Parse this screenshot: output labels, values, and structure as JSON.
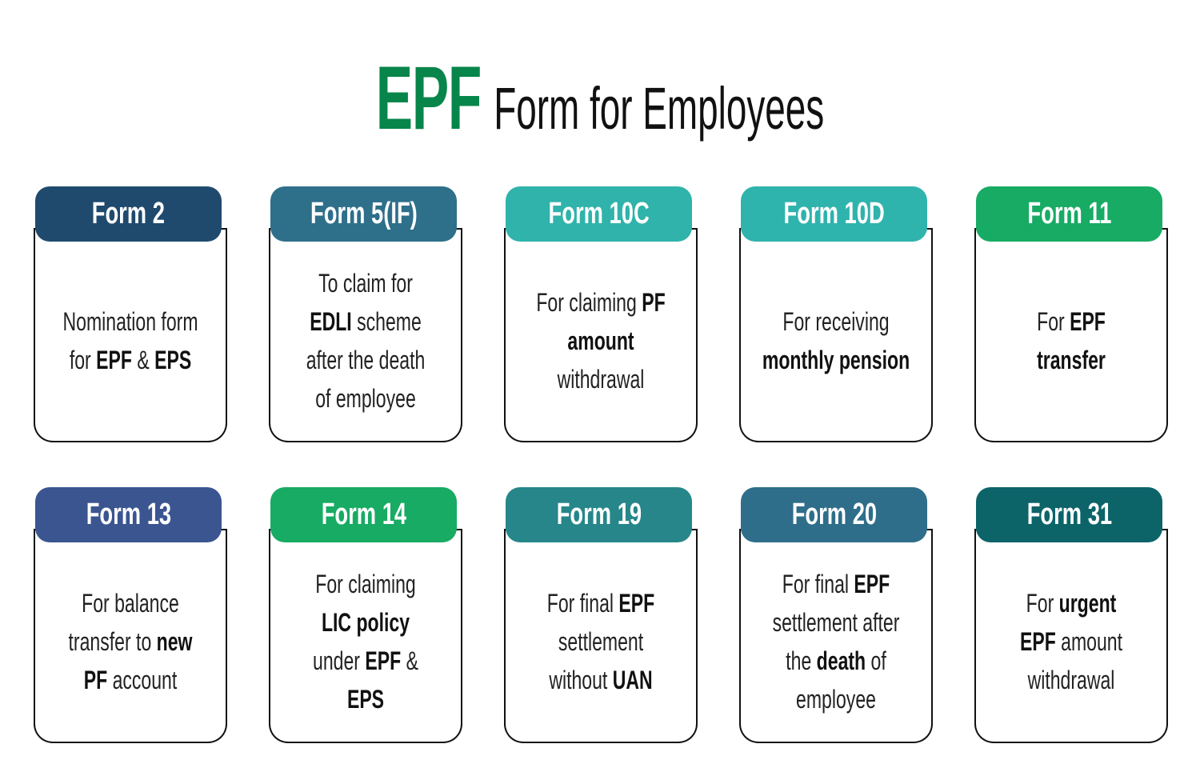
{
  "title": {
    "highlight": "EPF",
    "rest": "Form for Employees",
    "highlight_color": "#07854a"
  },
  "cards": [
    {
      "form": "Form 2",
      "color": "#1f4a6e",
      "lines": [
        [
          [
            "Nomination form",
            false
          ]
        ],
        [
          [
            "for ",
            false
          ],
          [
            "EPF",
            true
          ],
          [
            " & ",
            false
          ],
          [
            "EPS",
            true
          ]
        ]
      ]
    },
    {
      "form": "Form 5(IF)",
      "color": "#2e6f8a",
      "lines": [
        [
          [
            "To claim for",
            false
          ]
        ],
        [
          [
            "EDLI",
            true
          ],
          [
            " scheme",
            false
          ]
        ],
        [
          [
            "after the death",
            false
          ]
        ],
        [
          [
            "of employee",
            false
          ]
        ]
      ]
    },
    {
      "form": "Form 10C",
      "color": "#2fb3aa",
      "lines": [
        [
          [
            "For claiming ",
            false
          ],
          [
            "PF",
            true
          ]
        ],
        [
          [
            "amount",
            true
          ]
        ],
        [
          [
            "withdrawal",
            false
          ]
        ]
      ]
    },
    {
      "form": "Form 10D",
      "color": "#2fb3ad",
      "lines": [
        [
          [
            "For receiving",
            false
          ]
        ],
        [
          [
            "monthly pension",
            true
          ]
        ]
      ]
    },
    {
      "form": "Form 11",
      "color": "#17ab64",
      "lines": [
        [
          [
            "For ",
            false
          ],
          [
            "EPF",
            true
          ]
        ],
        [
          [
            "transfer",
            true
          ]
        ]
      ]
    },
    {
      "form": "Form 13",
      "color": "#3a5590",
      "lines": [
        [
          [
            "For balance",
            false
          ]
        ],
        [
          [
            "transfer to ",
            false
          ],
          [
            "new",
            true
          ]
        ],
        [
          [
            "PF",
            true
          ],
          [
            " account",
            false
          ]
        ]
      ]
    },
    {
      "form": "Form 14",
      "color": "#17ab64",
      "lines": [
        [
          [
            "For claiming",
            false
          ]
        ],
        [
          [
            "LIC policy",
            true
          ]
        ],
        [
          [
            "under ",
            false
          ],
          [
            "EPF",
            true
          ],
          [
            " &",
            false
          ]
        ],
        [
          [
            "EPS",
            true
          ]
        ]
      ]
    },
    {
      "form": "Form 19",
      "color": "#268689",
      "lines": [
        [
          [
            "For final ",
            false
          ],
          [
            "EPF",
            true
          ]
        ],
        [
          [
            "settlement",
            false
          ]
        ],
        [
          [
            "without ",
            false
          ],
          [
            "UAN",
            true
          ]
        ]
      ]
    },
    {
      "form": "Form 20",
      "color": "#2e6e8a",
      "lines": [
        [
          [
            "For final ",
            false
          ],
          [
            "EPF",
            true
          ]
        ],
        [
          [
            "settlement after",
            false
          ]
        ],
        [
          [
            "the ",
            false
          ],
          [
            "death",
            true
          ],
          [
            " of",
            false
          ]
        ],
        [
          [
            "employee",
            false
          ]
        ]
      ]
    },
    {
      "form": "Form 31",
      "color": "#0c6469",
      "lines": [
        [
          [
            "For ",
            false
          ],
          [
            "urgent",
            true
          ]
        ],
        [
          [
            "EPF",
            true
          ],
          [
            " amount",
            false
          ]
        ],
        [
          [
            "withdrawal",
            false
          ]
        ]
      ]
    }
  ]
}
